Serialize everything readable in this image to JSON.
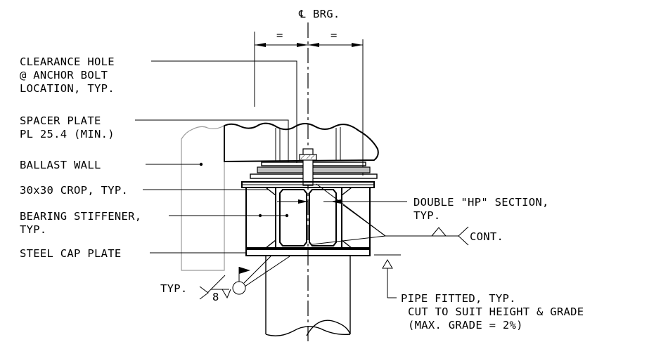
{
  "title": {
    "symbol": "℄",
    "text": "BRG."
  },
  "dims": [
    "=",
    "="
  ],
  "labels": {
    "clearance_hole": [
      "CLEARANCE HOLE",
      "@ ANCHOR BOLT",
      "LOCATION, TYP."
    ],
    "spacer_plate": [
      "SPACER PLATE",
      "PL 25.4 (MIN.)"
    ],
    "ballast_wall": "BALLAST WALL",
    "crop": "30x30 CROP, TYP.",
    "bearing_stiffener": [
      "BEARING STIFFENER,",
      "TYP."
    ],
    "steel_cap_plate": "STEEL CAP PLATE",
    "double_hp": [
      "DOUBLE \"HP\" SECTION,",
      "TYP."
    ],
    "cont": "CONT.",
    "weld_typ": "TYP.",
    "weld_size": "8",
    "pipe": [
      "PIPE FITTED, TYP.",
      "CUT TO SUIT HEIGHT & GRADE",
      "(MAX. GRADE = 2%)"
    ]
  }
}
